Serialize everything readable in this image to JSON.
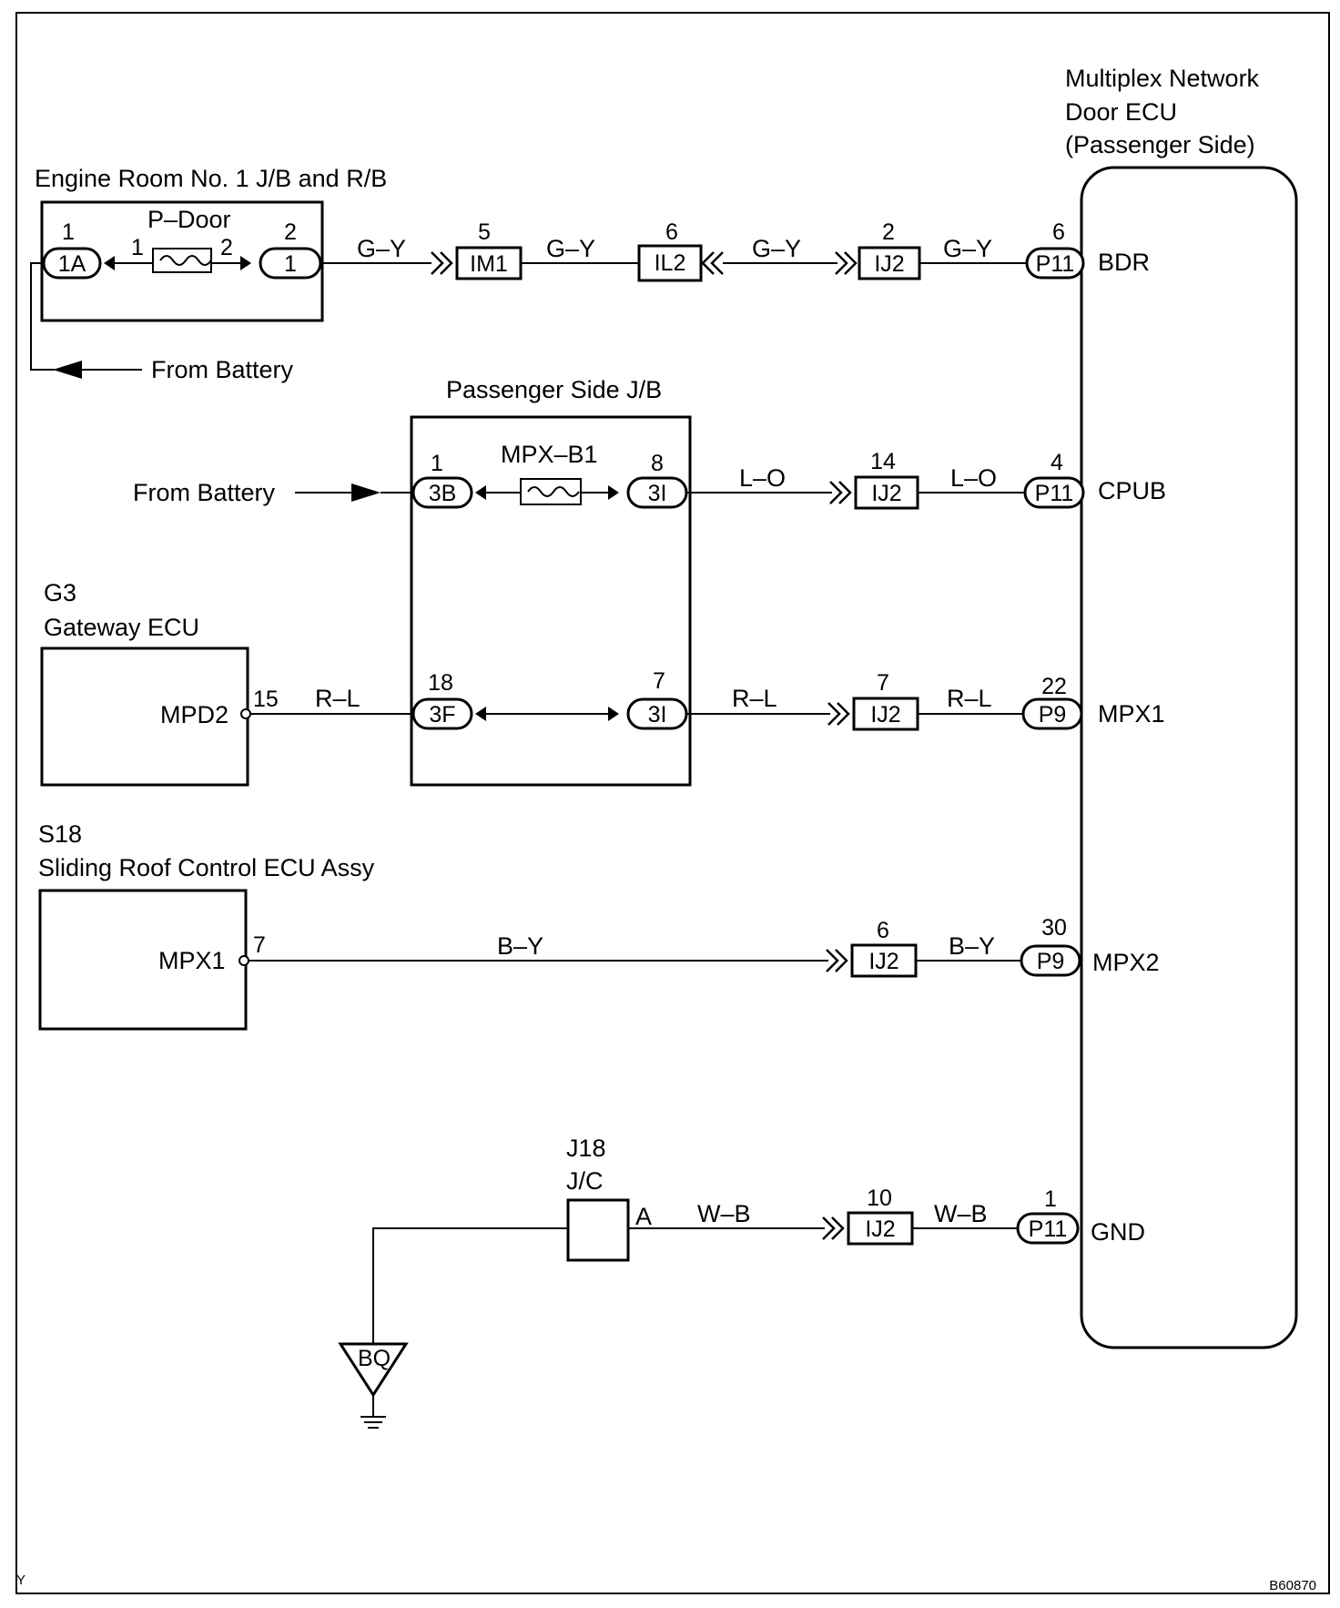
{
  "figure_id": "B60870",
  "corner_mark": "Y",
  "door_ecu": {
    "title_lines": [
      "Multiplex Network",
      "Door ECU",
      "(Passenger Side)"
    ],
    "terminals": [
      "BDR",
      "CPUB",
      "MPX1",
      "MPX2",
      "GND"
    ]
  },
  "engine_room_jb": {
    "title": "Engine Room No. 1 J/B and R/B",
    "fuse": "P–Door",
    "left_pin": "1",
    "left_connector": "1A",
    "fuse_pin_left": "1",
    "fuse_pin_right": "2",
    "right_pin": "2",
    "right_connector": "1",
    "from_battery": "From Battery"
  },
  "passenger_jb": {
    "title": "Passenger Side J/B",
    "fuse": "MPX–B1",
    "from_battery": "From Battery",
    "c3b_pin": "1",
    "c3b": "3B",
    "c3i_top_pin": "8",
    "c3i_top": "3I",
    "c3f_pin": "18",
    "c3f": "3F",
    "c3i_bot_pin": "7",
    "c3i_bot": "3I"
  },
  "gateway_ecu": {
    "code": "G3",
    "name": "Gateway ECU",
    "terminal": "MPD2",
    "pin": "15"
  },
  "sliding_roof_ecu": {
    "code": "S18",
    "name": "Sliding Roof Control ECU Assy",
    "terminal": "MPX1",
    "pin": "7"
  },
  "junction": {
    "code": "J18",
    "type": "J/C",
    "pin": "A"
  },
  "ground": {
    "label": "BQ"
  },
  "circuits": {
    "bdr": {
      "wire_colors": [
        "G–Y",
        "G–Y",
        "G–Y",
        "G–Y"
      ],
      "im1_pin": "5",
      "im1": "IM1",
      "il2_pin": "6",
      "il2": "IL2",
      "ij2_pin": "2",
      "ij2": "IJ2",
      "ecu_pin": "6",
      "ecu_conn": "P11"
    },
    "cpub": {
      "wire_colors": [
        "L–O",
        "L–O"
      ],
      "ij2_pin": "14",
      "ij2": "IJ2",
      "ecu_pin": "4",
      "ecu_conn": "P11"
    },
    "mpx1": {
      "wire_colors": [
        "R–L",
        "R–L",
        "R–L"
      ],
      "ij2_pin": "7",
      "ij2": "IJ2",
      "ecu_pin": "22",
      "ecu_conn": "P9"
    },
    "mpx2": {
      "wire_colors": [
        "B–Y",
        "B–Y"
      ],
      "ij2_pin": "6",
      "ij2": "IJ2",
      "ecu_pin": "30",
      "ecu_conn": "P9"
    },
    "gnd": {
      "wire_colors": [
        "W–B",
        "W–B"
      ],
      "ij2_pin": "10",
      "ij2": "IJ2",
      "ecu_pin": "1",
      "ecu_conn": "P11"
    }
  }
}
